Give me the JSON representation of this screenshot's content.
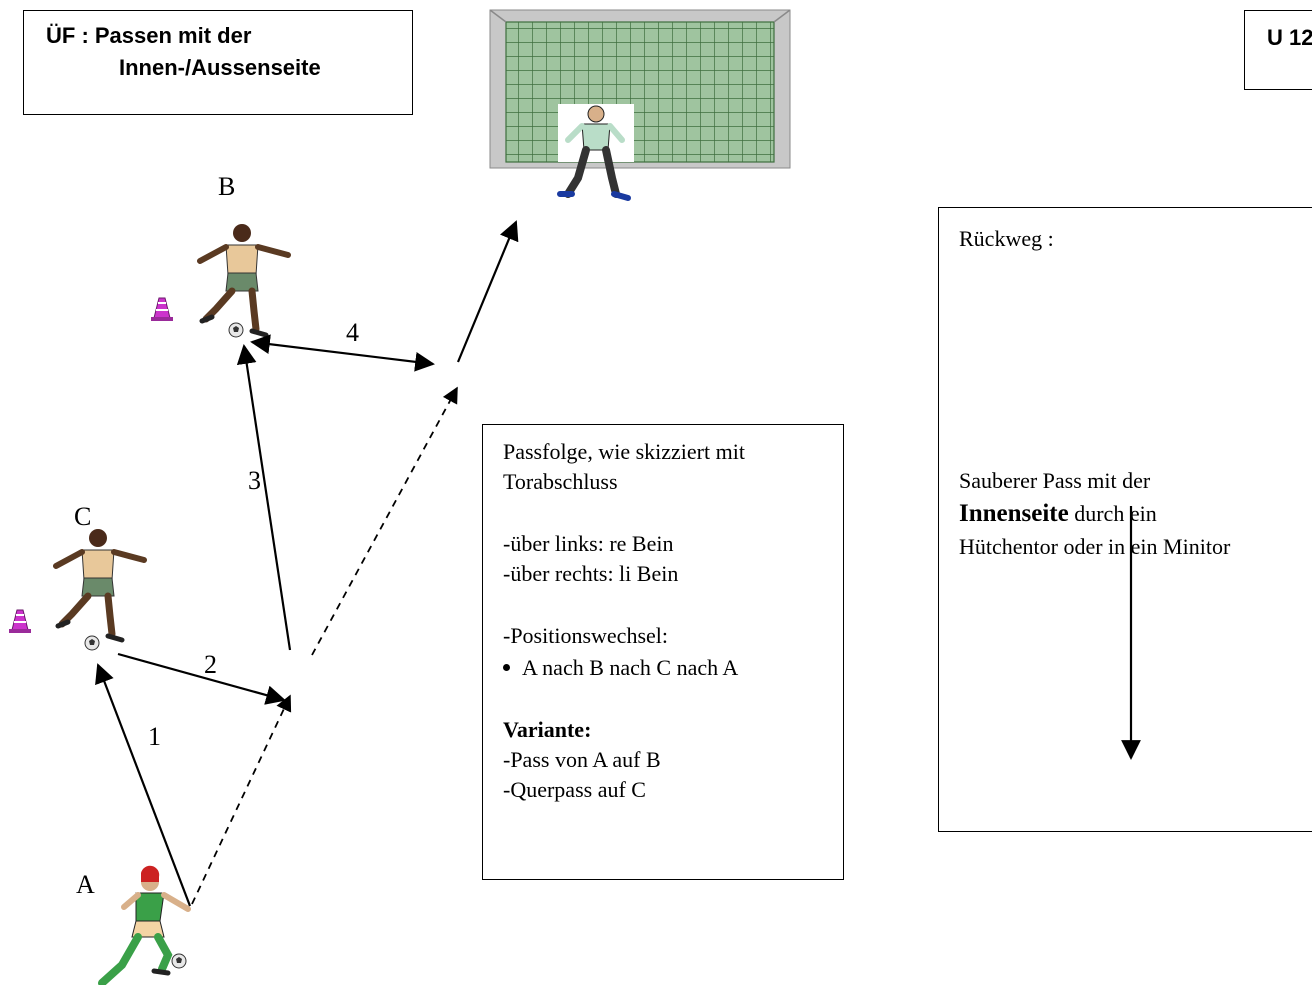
{
  "title": {
    "line1": "ÜF : Passen mit der",
    "line2": "Innen-/Aussenseite"
  },
  "age_tag": "U 12",
  "player_labels": {
    "a": "A",
    "b": "B",
    "c": "C"
  },
  "pass_numbers": [
    "1",
    "2",
    "3",
    "4"
  ],
  "description": {
    "line1": "Passfolge, wie skizziert mit",
    "line2": "Torabschluss",
    "line3": "-über links: re Bein",
    "line4": "-über rechts: li Bein",
    "line5": "-Positionswechsel:",
    "bullet": "A nach B nach C nach A",
    "variant_heading": "Variante:",
    "variant1": "-Pass von A auf B",
    "variant2": "-Querpass auf C"
  },
  "return_drill": {
    "heading": "Rückweg :",
    "line1": "Sauberer Pass mit der",
    "line2_bold": "Innenseite",
    "line2_rest": " durch ein",
    "line3": "Hütchentor oder in ein Minitor"
  },
  "colors": {
    "cone": "#cc33cc",
    "net": "#7aa37a",
    "frame": "#c8c8c8",
    "accent_shirt": "#3aa048"
  }
}
